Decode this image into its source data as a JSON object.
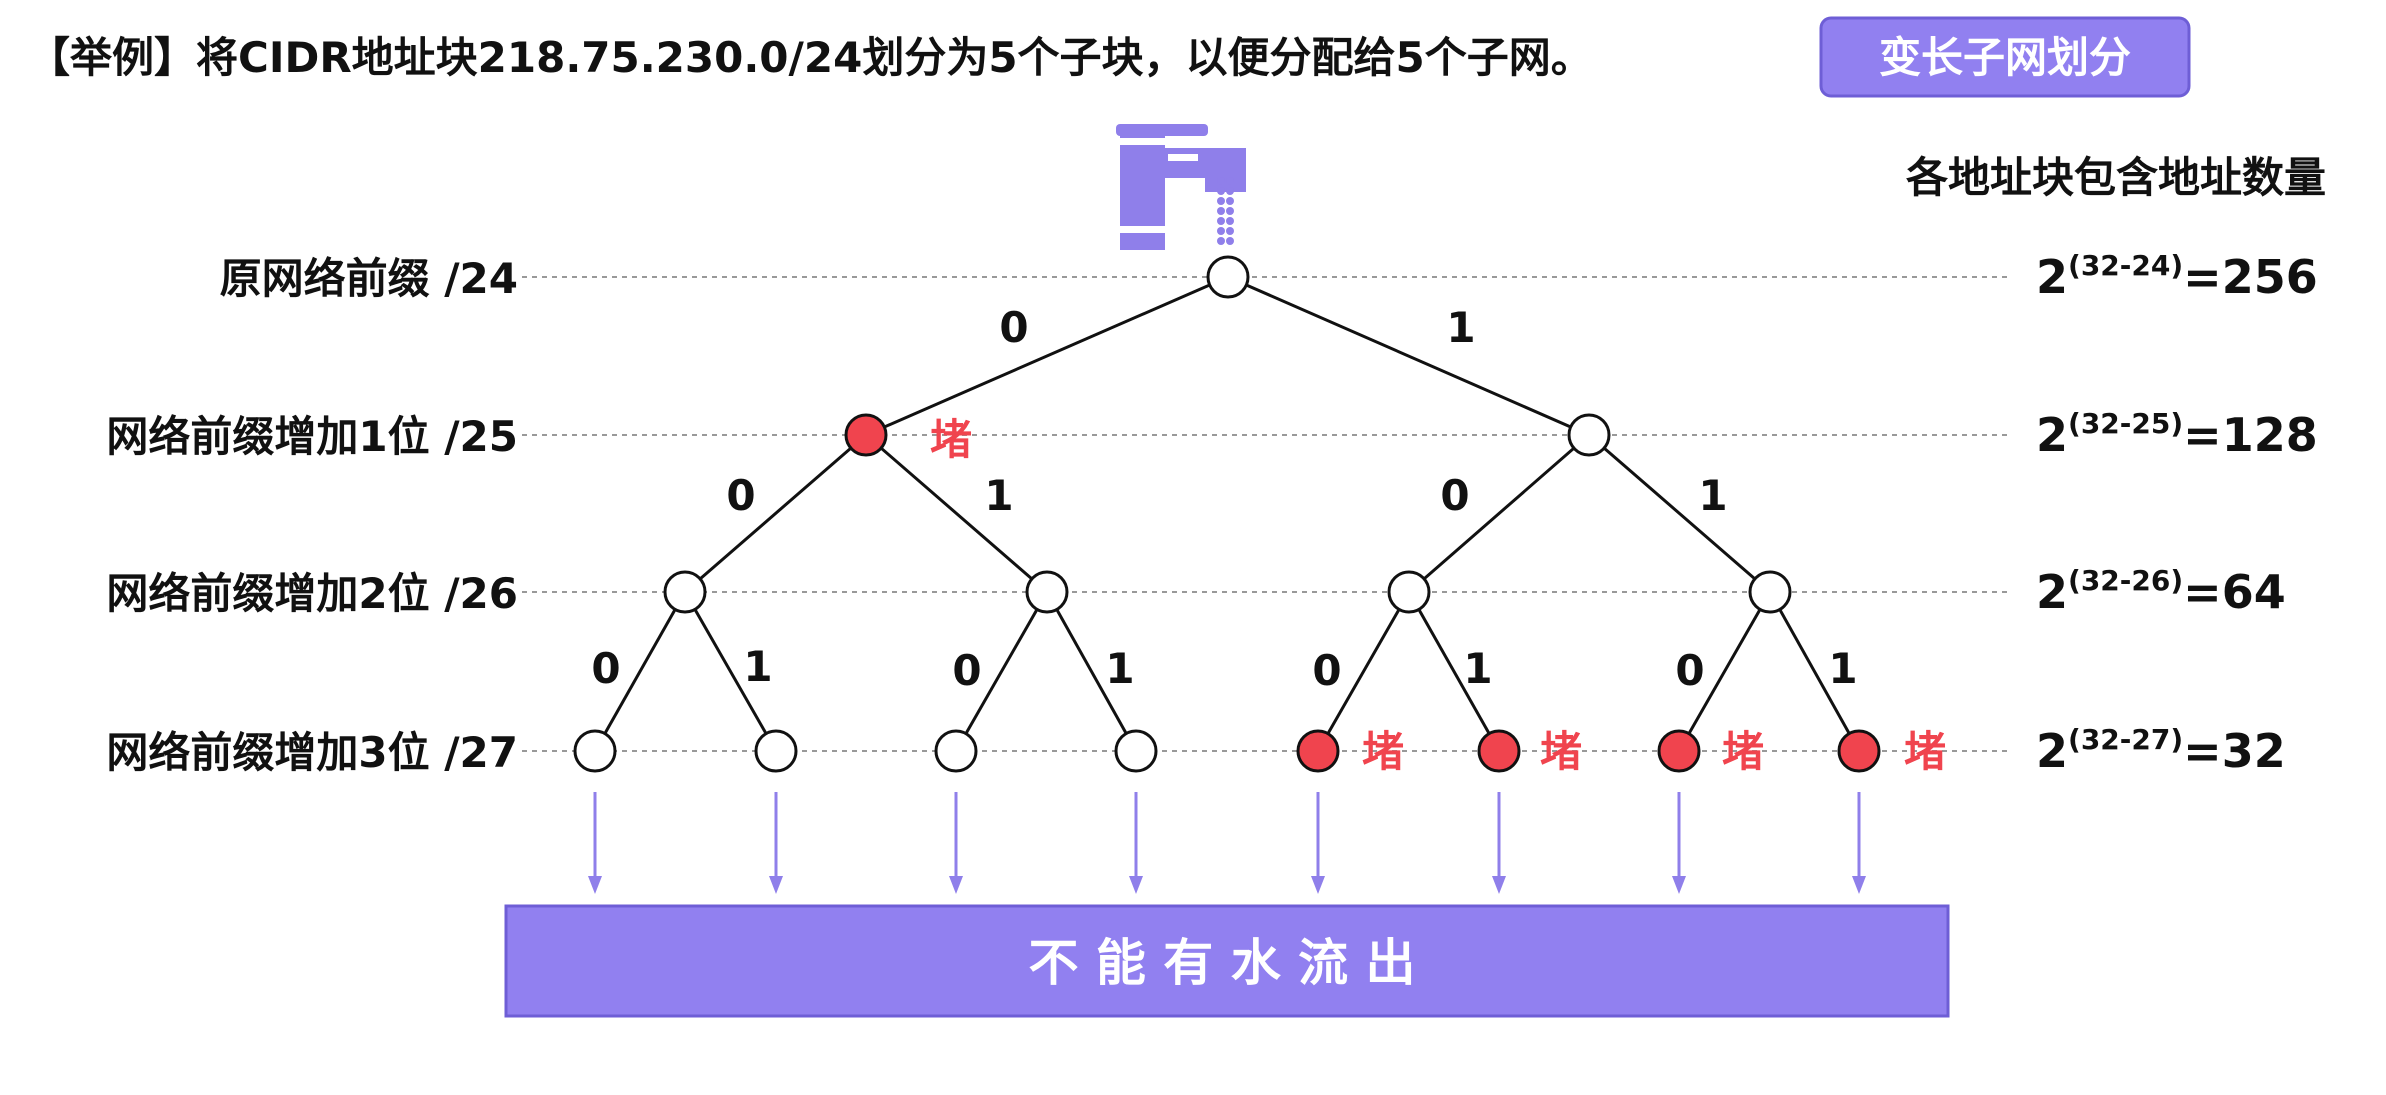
{
  "header": {
    "title": "【举例】将CIDR地址块218.75.230.0/24划分为5个子块，以便分配给5个子网。",
    "badge_label": "变长子网划分"
  },
  "right_header": "各地址块包含地址数量",
  "levels": [
    {
      "label": "原网络前缀 /24",
      "count_base": "2",
      "count_exp": "(32-24)",
      "count_value": "=256"
    },
    {
      "label": "网络前缀增加1位 /25",
      "count_base": "2",
      "count_exp": "(32-25)",
      "count_value": "=128"
    },
    {
      "label": "网络前缀增加2位 /26",
      "count_base": "2",
      "count_exp": "(32-26)",
      "count_value": "=64"
    },
    {
      "label": "网络前缀增加3位 /27",
      "count_base": "2",
      "count_exp": "(32-27)",
      "count_value": "=32"
    }
  ],
  "tree": {
    "branch_labels": {
      "left": "0",
      "right": "1"
    },
    "blocked_label": "堵",
    "blocked_nodes": [
      "0",
      "100",
      "101",
      "110",
      "111"
    ]
  },
  "bottom_bar_label": "不 能 有 水 流 出",
  "colors": {
    "purple": "#9180F0",
    "purple_dark": "#6E5ED6",
    "red": "#F0444E",
    "line": "#111111",
    "dash": "#999999",
    "arrow": "#8F7FEA"
  },
  "icons": {
    "faucet": "faucet-icon"
  }
}
